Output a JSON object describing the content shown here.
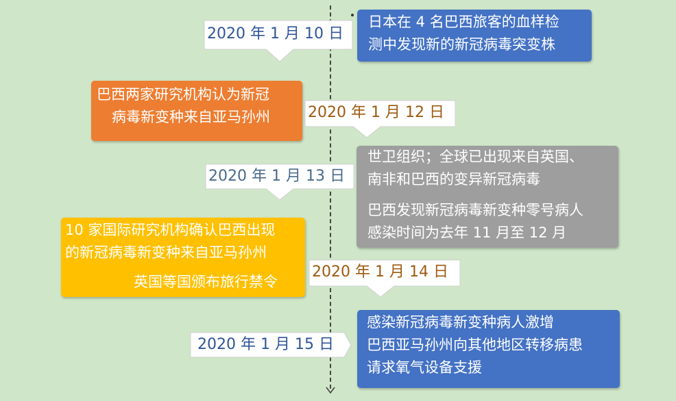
{
  "timeline": [
    {
      "date": "2020 年 1 月 10 日",
      "lines": [
        "日本在 4 名巴西旅客的血样检",
        "测中发现新的新冠病毒突变株"
      ],
      "color": "#4472c4"
    },
    {
      "date": "2020 年 1 月 12 日",
      "lines": [
        "巴西两家研究机构认为新冠",
        "病毒新变种来自亚马孙州"
      ],
      "color": "#ed7d31"
    },
    {
      "date": "2020 年 1 月 13 日",
      "lines": [
        "世卫组织；全球已出现来自英国、",
        "南非和巴西的变异新冠病毒",
        "巴西发现新冠病毒新变种零号病人",
        "感染时间为去年 11 月至 12 月"
      ],
      "color": "#9e9e9e"
    },
    {
      "date": "2020 年 1 月 14 日",
      "lines": [
        "10 家国际研究机构确认巴西出现",
        "的新冠病毒新变种来自亚马孙州",
        "英国等国颁布旅行禁令"
      ],
      "color": "#ffc000"
    },
    {
      "date": "2020 年 1 月 15 日",
      "lines": [
        "感染新冠病毒新变种病人激增",
        "巴西亚马孙州向其他地区转移病患",
        "请求氧气设备支援"
      ],
      "color": "#4472c4"
    }
  ]
}
